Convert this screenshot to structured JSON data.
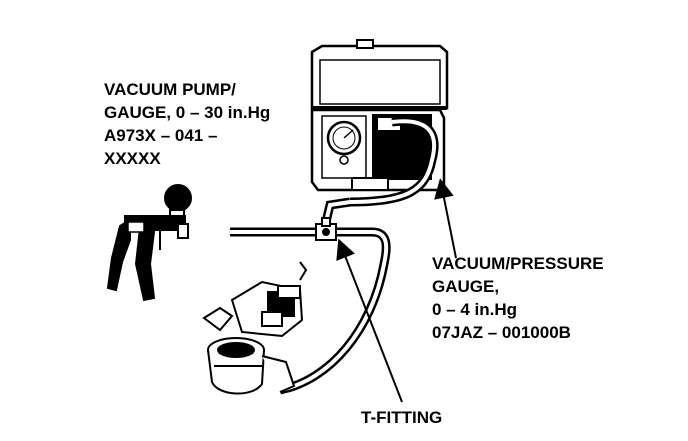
{
  "labels": {
    "vacuum_pump": {
      "line1": "VACUUM PUMP/",
      "line2": "GAUGE, 0 – 30 in.Hg",
      "line3": "A973X – 041 –",
      "line4": "XXXXX"
    },
    "vacuum_pressure_gauge": {
      "line1": "VACUUM/PRESSURE",
      "line2": "GAUGE,",
      "line3": "0 – 4 in.Hg",
      "line4": "07JAZ – 001000B"
    },
    "t_fitting": "T-FITTING"
  },
  "colors": {
    "ink": "#000000",
    "paper": "#ffffff"
  }
}
